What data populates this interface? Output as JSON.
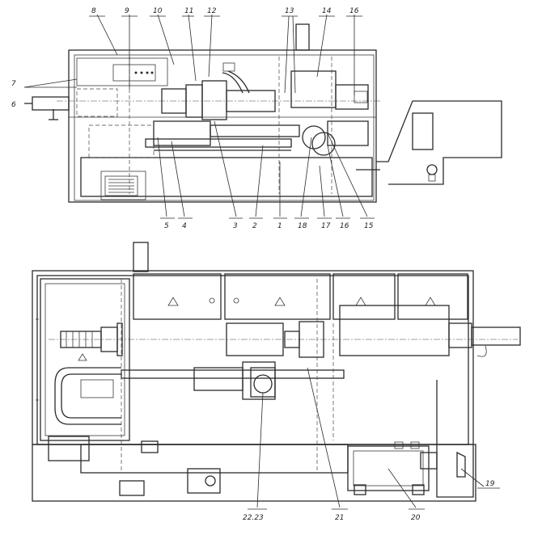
{
  "top_view": {
    "callouts": [
      "8",
      "9",
      "10",
      "11",
      "12",
      "13",
      "14",
      "16",
      "7",
      "6",
      "5",
      "4",
      "3",
      "2",
      "1",
      "18",
      "17",
      "16",
      "15"
    ]
  },
  "bottom_view": {
    "callouts": [
      "22.23",
      "21",
      "20",
      "19"
    ]
  }
}
